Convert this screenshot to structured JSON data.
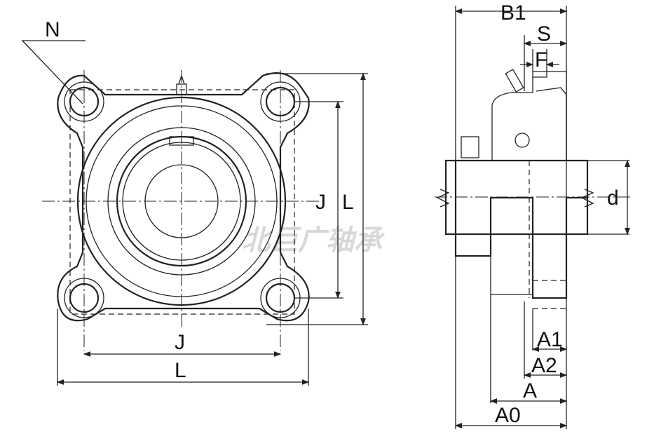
{
  "watermark": "北巨广轴承",
  "front_view": {
    "labels": {
      "n": "N",
      "j_vertical": "J",
      "l_vertical": "L",
      "j_horizontal": "J",
      "l_horizontal": "L"
    }
  },
  "side_view": {
    "labels": {
      "b1": "B1",
      "s": "S",
      "f": "F",
      "d": "d",
      "a1": "A1",
      "a2": "A2",
      "a": "A",
      "a0": "A0"
    }
  }
}
